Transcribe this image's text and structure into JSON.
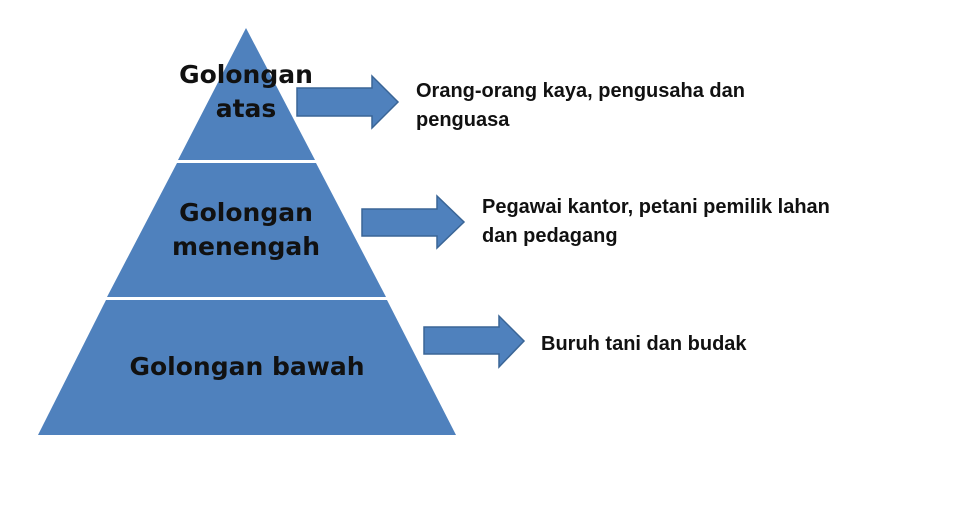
{
  "colors": {
    "fill": "#4f81bd",
    "stroke": "#3a6596",
    "divider": "#ffffff",
    "text": "#111111"
  },
  "pyramid": {
    "tiers": [
      {
        "id": "atas",
        "label_line1": "Golongan",
        "label_line2": "atas"
      },
      {
        "id": "menengah",
        "label_line1": "Golongan",
        "label_line2": "menengah"
      },
      {
        "id": "bawah",
        "label_line1": "Golongan bawah"
      }
    ]
  },
  "descriptions": [
    {
      "tier": "atas",
      "line1": "Orang-orang kaya, pengusaha dan",
      "line2": "penguasa"
    },
    {
      "tier": "menengah",
      "line1": "Pegawai kantor, petani pemilik lahan",
      "line2": "dan pedagang"
    },
    {
      "tier": "bawah",
      "line1": "Buruh tani dan budak"
    }
  ],
  "arrows": [
    {
      "icon": "right-arrow-icon",
      "tier": "atas"
    },
    {
      "icon": "right-arrow-icon",
      "tier": "menengah"
    },
    {
      "icon": "right-arrow-icon",
      "tier": "bawah"
    }
  ]
}
